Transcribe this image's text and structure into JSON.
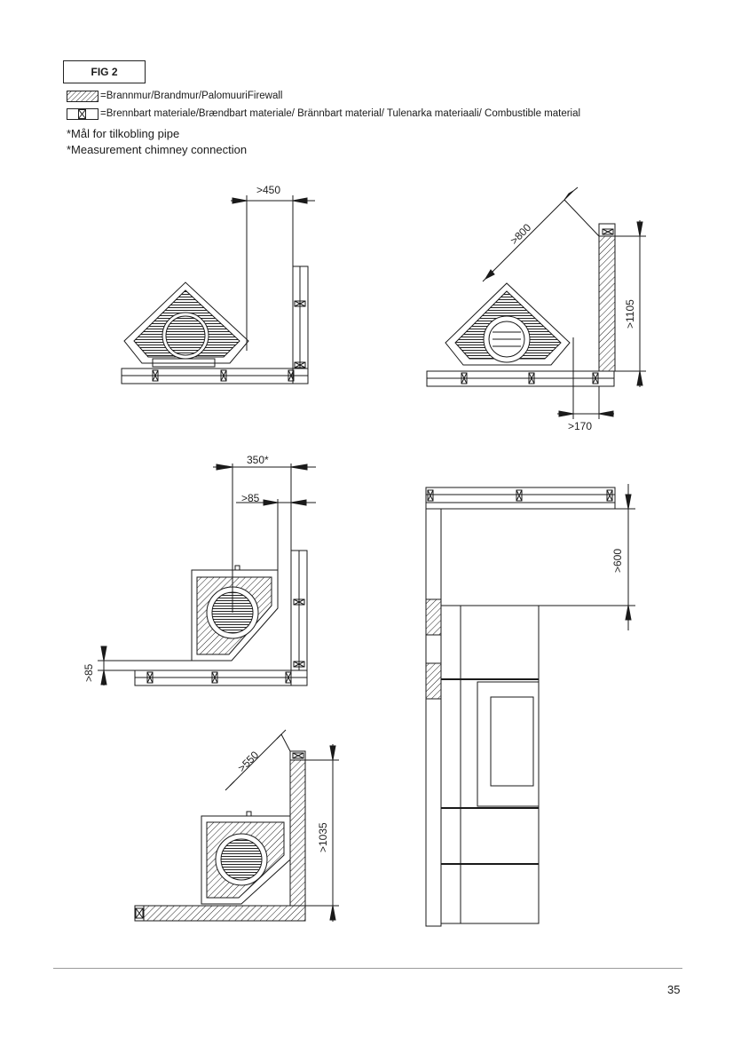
{
  "figure_label": "FIG 2",
  "legend": {
    "firewall": "=Brannmur/Brandmur/PalomuuriFirewall",
    "combustible": "=Brennbart materiale/Brændbart materiale/ Brännbart material/ Tulenarka materiaali/ Combustible material"
  },
  "notes": {
    "line1": "*Mål for tilkobling pipe",
    "line2": "*Measurement chimney connection"
  },
  "dimensions": {
    "d450": ">450",
    "d800": ">800",
    "d1105": ">1105",
    "d170": ">170",
    "d350": "350*",
    "d85a": ">85",
    "d85b": ">85",
    "d600": ">600",
    "d550": ">550",
    "d1035": ">1035"
  },
  "page_number": "35",
  "colors": {
    "line": "#1a1a1a",
    "rule": "#9a9a9a"
  }
}
